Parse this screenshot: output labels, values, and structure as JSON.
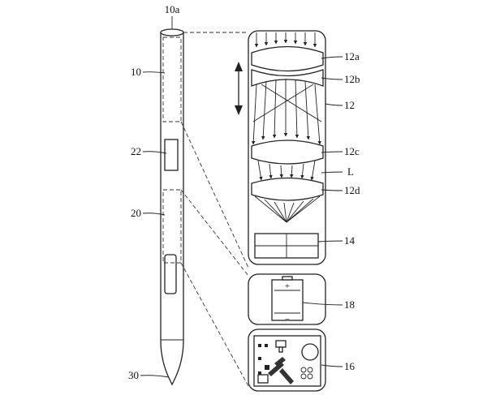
{
  "labels": {
    "tip_end": "10a",
    "pen_body": "10",
    "side_part": "22",
    "middle_part": "20",
    "pen_tip": "30",
    "lens_a": "12a",
    "lens_b": "12b",
    "lens_module": "12",
    "lens_c": "12c",
    "light": "L",
    "lens_d": "12d",
    "sensor": "14",
    "battery": "18",
    "circuit_board": "16"
  },
  "battery_signs": {
    "plus": "+",
    "minus": "−"
  }
}
